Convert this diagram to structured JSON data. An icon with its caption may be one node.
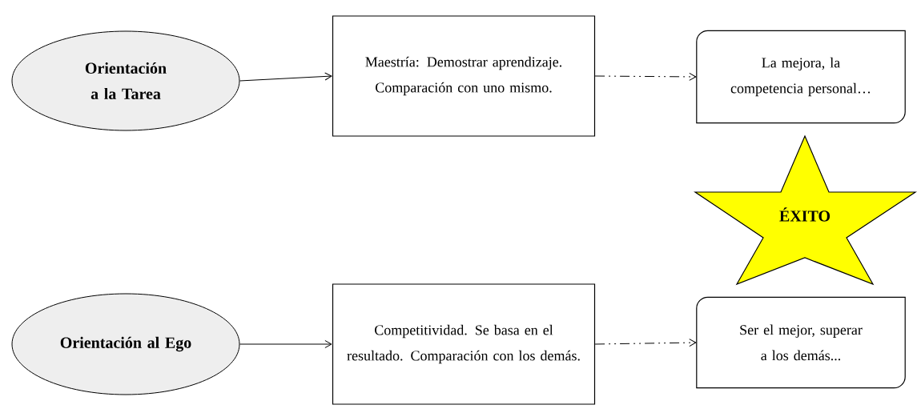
{
  "diagram": {
    "nodes": [
      {
        "text": [
          "Orientación a la Tarea"
        ]
      },
      {
        "text": [
          "Maestría: Demostrar aprendizaje. Comparación con uno mismo."
        ]
      },
      {
        "text": [
          "La mejora, la competencia personal…"
        ]
      },
      {
        "text": [
          "ÉXITO"
        ]
      },
      {
        "text": [
          "Orientación al Ego"
        ]
      },
      {
        "text": [
          "Competitividad. Se basa en el resultado. Comparación con los demás."
        ]
      },
      {
        "text": [
          "Ser el mejor, superar a los demás..."
        ]
      }
    ],
    "edges": [
      {
        "from": 0,
        "to": 1,
        "arrow": "to"
      },
      {
        "from": 1,
        "to": 2,
        "arrow": "to",
        "style": "dashed"
      },
      {
        "from": 4,
        "to": 5,
        "arrow": "to"
      },
      {
        "from": 5,
        "to": 6,
        "arrow": "to",
        "style": "dashed"
      }
    ]
  }
}
